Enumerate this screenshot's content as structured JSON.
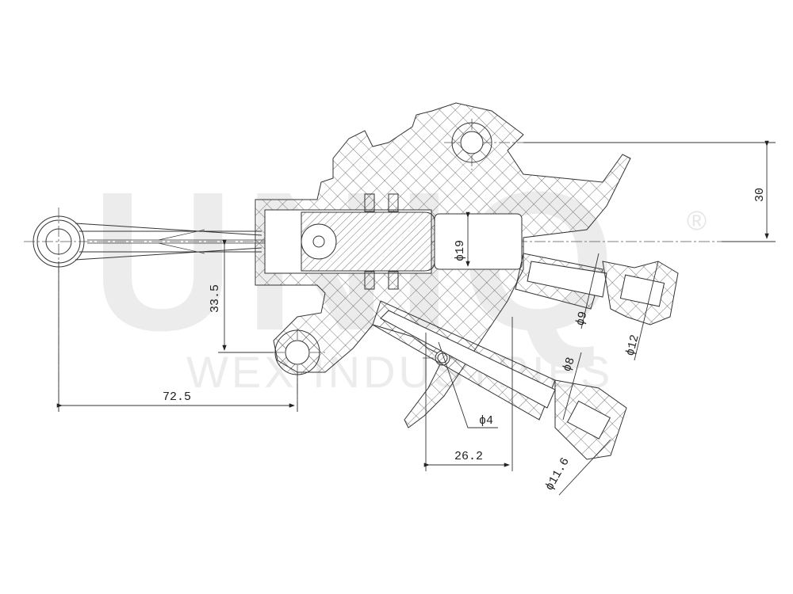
{
  "drawing": {
    "subject": "Clutch master cylinder cross-section",
    "line_color": "#333333",
    "background": "#ffffff"
  },
  "watermark": {
    "brand": "UNIQ",
    "registered": "®",
    "subtitle": "WEX INDUSTRIES",
    "color": "#ececec"
  },
  "dimensions": {
    "horizontal_rod_to_mount": "72.5",
    "vertical_rod_to_mount": "33.5",
    "bore_diameter": "ϕ19",
    "top_mount_offset": "30",
    "outlet_tube_diameter": "ϕ9",
    "outlet_fitting_diameter": "ϕ12",
    "inlet_tube_diameter": "ϕ8",
    "inlet_fitting_diameter": "ϕ11.6",
    "hole_diameter": "ϕ4",
    "inlet_offset": "26.2"
  }
}
